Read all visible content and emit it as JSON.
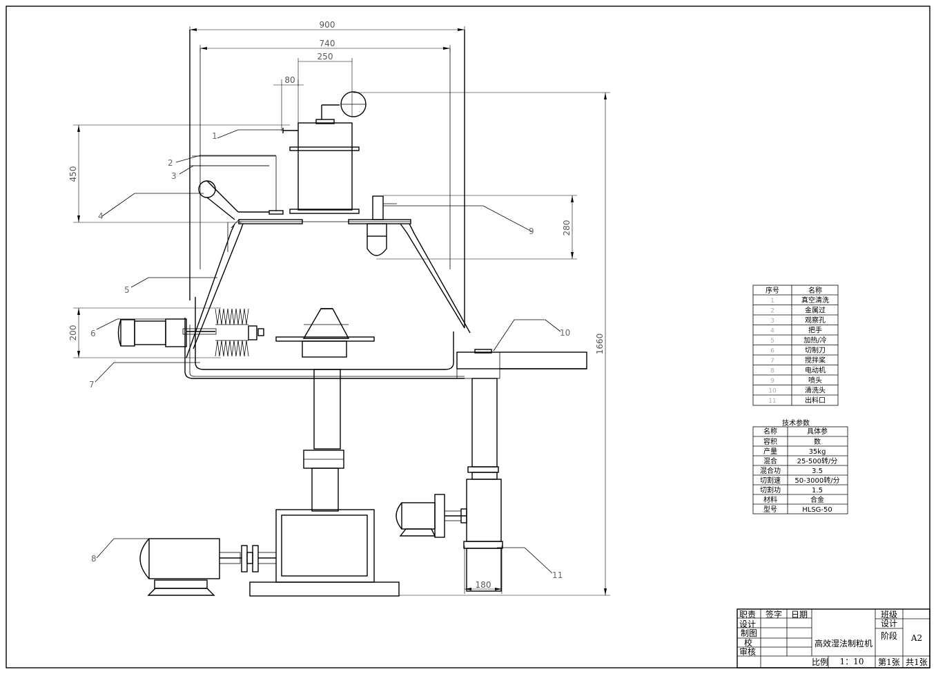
{
  "dimensions": {
    "d900": "900",
    "d740": "740",
    "d250": "250",
    "d80": "80",
    "d450": "450",
    "d280": "280",
    "d200": "200",
    "d1660": "1660",
    "d180": "180"
  },
  "callouts": [
    "1",
    "2",
    "3",
    "4",
    "5",
    "6",
    "7",
    "8",
    "9",
    "10",
    "11"
  ],
  "parts_table": {
    "headers": [
      "序号",
      "名称"
    ],
    "rows": [
      {
        "no": "1",
        "name": "真空清洗"
      },
      {
        "no": "2",
        "name": "金属过"
      },
      {
        "no": "3",
        "name": "观察孔"
      },
      {
        "no": "4",
        "name": "把手"
      },
      {
        "no": "5",
        "name": "加热/冷"
      },
      {
        "no": "6",
        "name": "切制刀"
      },
      {
        "no": "7",
        "name": "搅拌桨"
      },
      {
        "no": "8",
        "name": "电动机"
      },
      {
        "no": "9",
        "name": "喷头"
      },
      {
        "no": "10",
        "name": "清洗头"
      },
      {
        "no": "11",
        "name": "出料口"
      }
    ]
  },
  "tech_table": {
    "title": "技术参数",
    "headers": [
      "名称",
      "具体参"
    ],
    "rows": [
      {
        "name": "容积",
        "value": "数"
      },
      {
        "name": "产量",
        "value": "35kg"
      },
      {
        "name": "混合",
        "value": "25-500转/分"
      },
      {
        "name": "混合功",
        "value": "3.5"
      },
      {
        "name": "切割速",
        "value": "50-3000转/分"
      },
      {
        "name": "切割功",
        "value": "1.5"
      },
      {
        "name": "材料",
        "value": "合金"
      },
      {
        "name": "型号",
        "value": "HLSG-50"
      }
    ]
  },
  "title_block": {
    "col1": [
      "职责",
      "设计",
      "制图",
      "校",
      "审核"
    ],
    "col2_header": "签字",
    "col3_header": "日期",
    "drawing_title": "高效湿法制粒机",
    "right_labels": [
      "班级",
      "设计",
      "阶段"
    ],
    "sheet_size": "A2",
    "scale_label": "比例",
    "scale_value": "1：10",
    "sheet_no": "第1张",
    "sheet_total": "共1张"
  }
}
